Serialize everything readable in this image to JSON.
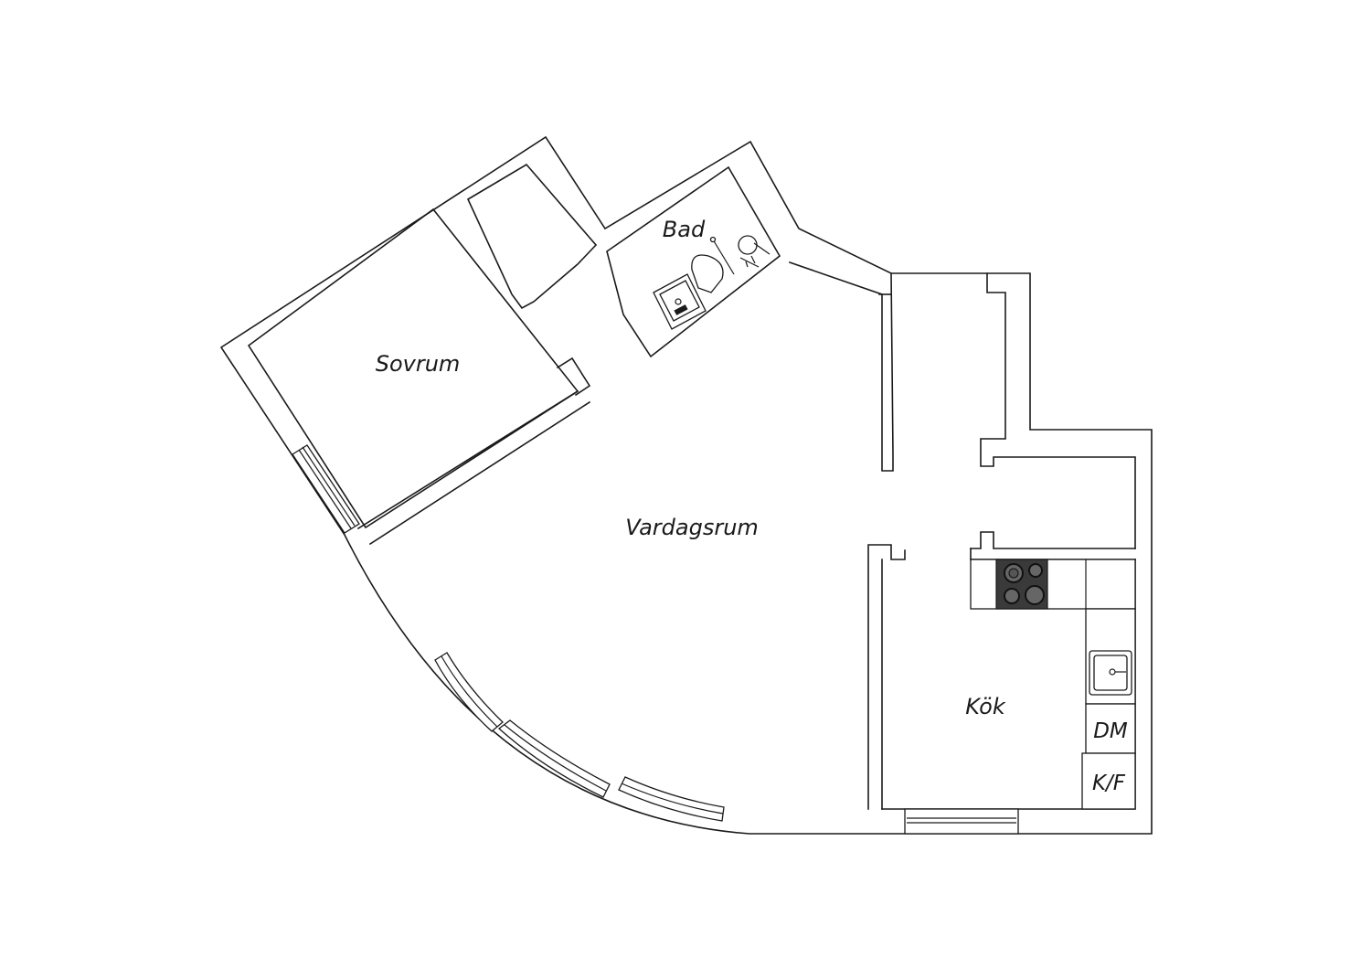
{
  "rooms": {
    "bedroom": "Sovrum",
    "bathroom": "Bad",
    "living_room": "Vardagsrum",
    "kitchen": "Kök"
  },
  "appliances": {
    "dishwasher": "DM",
    "fridge_freezer": "K/F"
  }
}
